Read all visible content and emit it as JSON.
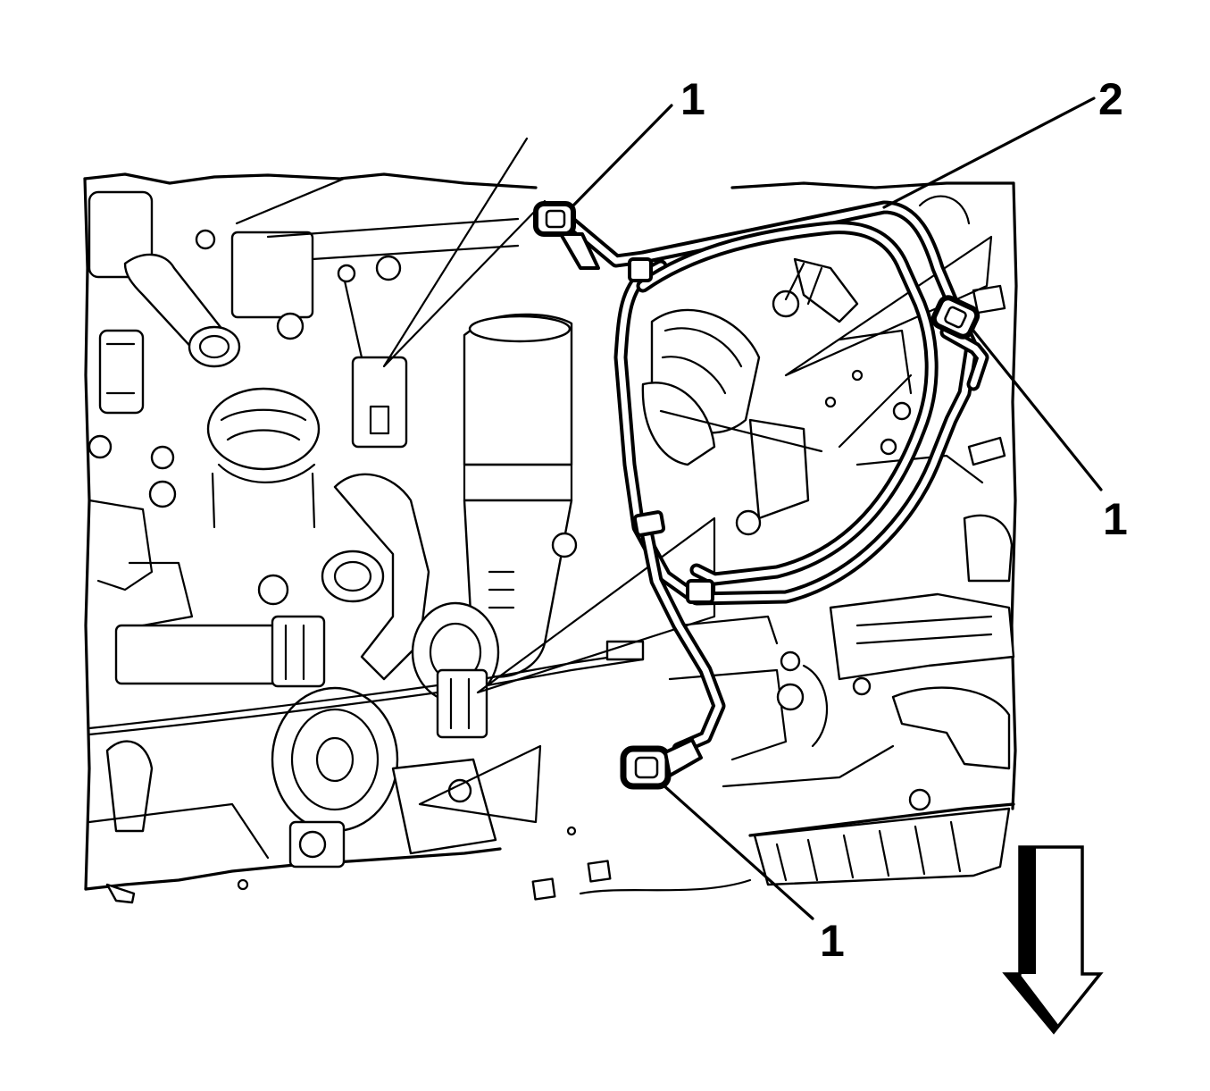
{
  "callouts": [
    {
      "id": "c1",
      "text": "1"
    },
    {
      "id": "c2",
      "text": "2"
    },
    {
      "id": "c3",
      "text": "1"
    },
    {
      "id": "c4",
      "text": "1"
    }
  ],
  "colors": {
    "ink": "#000000",
    "paper": "#ffffff"
  },
  "icons": {
    "direction_arrow": "down-arrow-icon"
  }
}
